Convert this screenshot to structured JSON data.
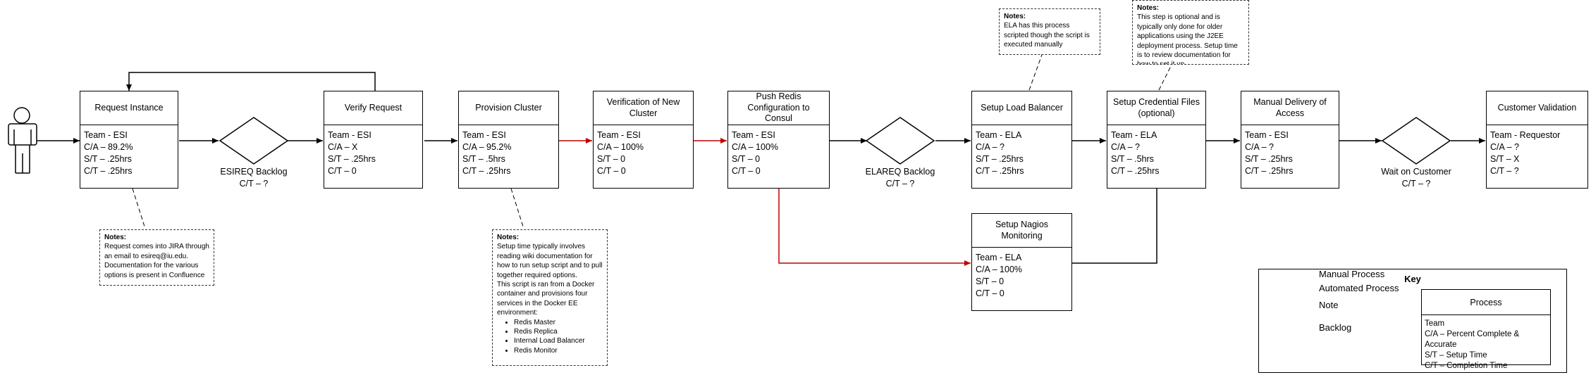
{
  "processes": [
    {
      "id": "request-instance",
      "title": "Request Instance",
      "lines": [
        "Team - ESI",
        "C/A – 89.2%",
        "S/T – .25hrs",
        "C/T – .25hrs"
      ]
    },
    {
      "id": "verify-request",
      "title": "Verify Request",
      "lines": [
        "Team - ESI",
        "C/A – X",
        "S/T – .25hrs",
        "C/T – 0"
      ]
    },
    {
      "id": "provision-cluster",
      "title": "Provision Cluster",
      "lines": [
        "Team - ESI",
        "C/A – 95.2%",
        "S/T – .5hrs",
        "C/T – .25hrs"
      ]
    },
    {
      "id": "verification-new-cluster",
      "title": "Verification of New Cluster",
      "lines": [
        "Team - ESI",
        "C/A – 100%",
        "S/T – 0",
        "C/T – 0"
      ]
    },
    {
      "id": "push-redis-config",
      "title": "Push Redis Configuration to Consul",
      "lines": [
        "Team - ESI",
        "C/A – 100%",
        "S/T – 0",
        "C/T – 0"
      ]
    },
    {
      "id": "setup-load-balancer",
      "title": "Setup Load Balancer",
      "lines": [
        "Team - ELA",
        "C/A – ?",
        "S/T – .25hrs",
        "C/T – .25hrs"
      ]
    },
    {
      "id": "setup-credential-files",
      "title": "Setup Credential Files (optional)",
      "lines": [
        "Team - ELA",
        "C/A – ?",
        "S/T – .5hrs",
        "C/T – .25hrs"
      ]
    },
    {
      "id": "manual-delivery-access",
      "title": "Manual Delivery of Access",
      "lines": [
        "Team - ESI",
        "C/A – ?",
        "S/T – .25hrs",
        "C/T – .25hrs"
      ]
    },
    {
      "id": "customer-validation",
      "title": "Customer Validation",
      "lines": [
        "Team - Requestor",
        "C/A – ?",
        "S/T – X",
        "C/T – ?"
      ]
    },
    {
      "id": "setup-nagios-monitoring",
      "title": "Setup Nagios Monitoring",
      "lines": [
        "Team - ELA",
        "C/A – 100%",
        "S/T – 0",
        "C/T – 0"
      ]
    }
  ],
  "backlogs": [
    {
      "id": "esireq-backlog",
      "lines": [
        "ESIREQ Backlog",
        "C/T – ?"
      ]
    },
    {
      "id": "elareq-backlog",
      "lines": [
        "ELAREQ Backlog",
        "C/T – ?"
      ]
    },
    {
      "id": "wait-on-customer",
      "lines": [
        "Wait on Customer",
        "C/T – ?"
      ]
    }
  ],
  "notes": [
    {
      "id": "note-request",
      "title": "Notes:",
      "text": [
        "Request comes into JIRA through an email to esireq@iu.edu. Documentation for the various options is present in Confluence"
      ],
      "bullets": []
    },
    {
      "id": "note-provision",
      "title": "Notes:",
      "text": [
        "Setup time typically involves reading wiki documentation for how to run setup script and to pull together required options.",
        "This script is ran from a Docker container and provisions four services in the Docker EE environment:"
      ],
      "bullets": [
        "Redis Master",
        "Redis Replica",
        "Internal Load Balancer",
        "Redis Monitor"
      ]
    },
    {
      "id": "note-load-balancer",
      "title": "Notes:",
      "text": [
        "ELA has this process scripted though the script is executed manually"
      ],
      "bullets": []
    },
    {
      "id": "note-credential",
      "title": "Notes:",
      "text": [
        "This step is optional and is typically only done for older applications using the J2EE deployment process.  Setup time is to review documentation for how to set it up."
      ],
      "bullets": []
    }
  ],
  "key": {
    "title": "Key",
    "manual": "Manual Process",
    "automated": "Automated Process",
    "note": "Note",
    "backlog": "Backlog",
    "process_title": "Process",
    "process_lines": [
      "Team",
      "C/A – Percent Complete & Accurate",
      "S/T – Setup Time",
      "C/T – Completion Time"
    ]
  },
  "colors": {
    "manual": "#000000",
    "automated": "#c00000"
  }
}
